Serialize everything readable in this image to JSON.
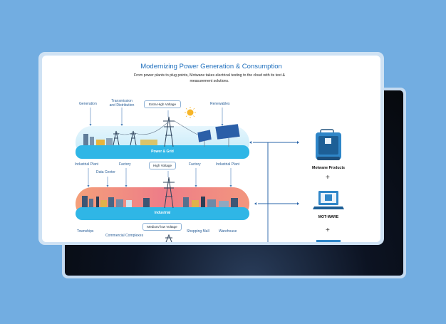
{
  "header": {
    "title": "Modernizing Power Generation & Consumption",
    "subtitle": "From power plants to plug points, Motwane takes electrical testing to the cloud with its test & measurement solutions."
  },
  "grid_labels": {
    "generation": "Generation",
    "transmission": "Transmission\nand Distribution",
    "renewables": "Renewables"
  },
  "industrial_labels": {
    "plant_left": "Industrial Plant",
    "data_center": "Data Center",
    "factory_left": "Factory",
    "factory_right": "Factory",
    "plant_right": "Industrial Plant"
  },
  "consumer_labels": {
    "townships": "Townships",
    "commercial": "Commercial Complexes",
    "mall": "Shopping Mall",
    "warehouse": "Warehouse"
  },
  "voltage_pills": {
    "extra_high": "Extra High Voltage",
    "high": "High Voltage",
    "medium_low": "Medium/ low Voltage"
  },
  "bands": {
    "power_grid": "Power & Grid",
    "industrial": "Industrial"
  },
  "products": {
    "device_label": "Motwane Products",
    "software_label": "MOT-WARE",
    "plus": "+"
  },
  "colors": {
    "page_background": "#72ade1",
    "title_blue": "#1e6fbd",
    "grid_band": "#2fb6e6",
    "industrial_band": "#e8687a",
    "device_blue": "#2f86c8"
  }
}
